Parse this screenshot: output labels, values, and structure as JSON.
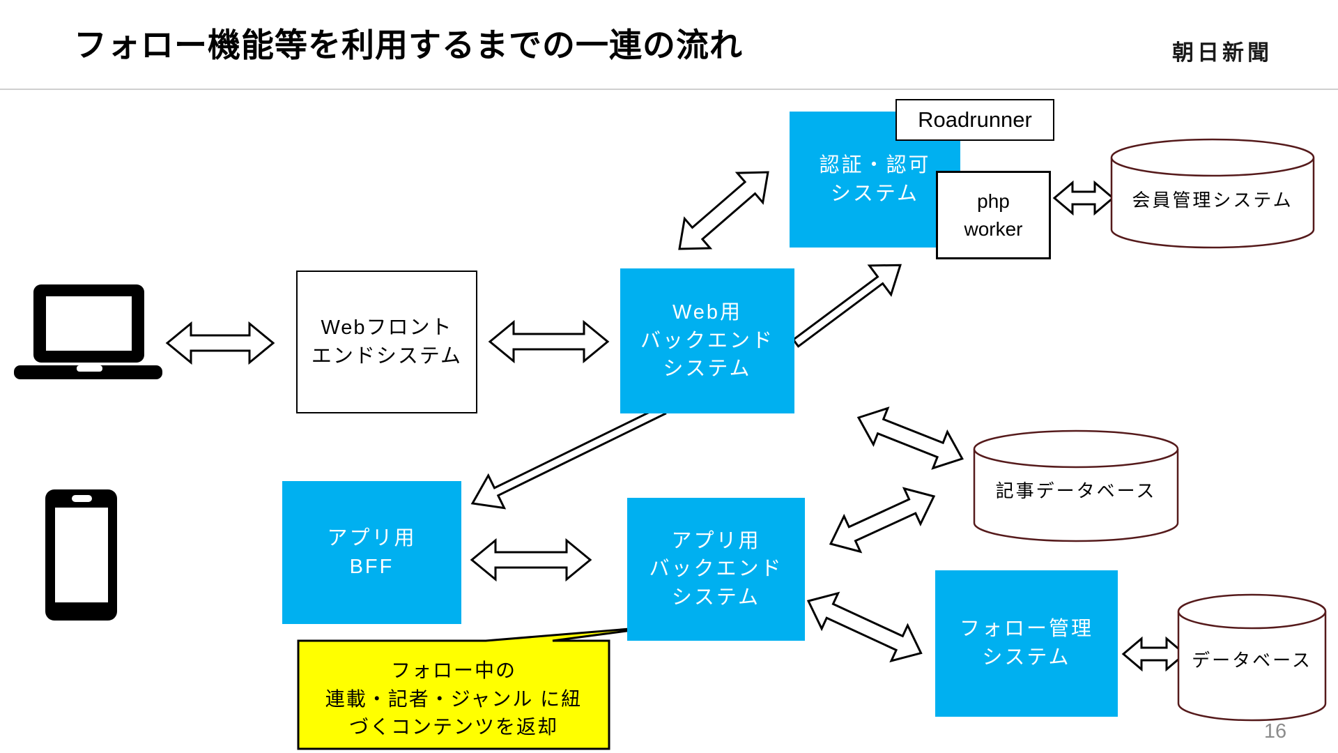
{
  "header": {
    "title": "フォロー機能等を利用するまでの一連の流れ",
    "brand": "朝日新聞"
  },
  "footer": {
    "page_number": "16"
  },
  "colors": {
    "accent_blue": "#00B0F0",
    "callout_yellow": "#FFFF00",
    "cylinder_stroke": "#551A1B",
    "divider_gray": "#cfcfcf",
    "page_number_gray": "#8C8C8C"
  },
  "diagram": {
    "web_frontend": {
      "label": "Webフロント\nエンドシステム"
    },
    "web_backend": {
      "label": "Web用\nバックエンド\nシステム"
    },
    "auth_system": {
      "label": "認証・認可\nシステム"
    },
    "roadrunner": {
      "label": "Roadrunner"
    },
    "php_worker": {
      "label": "php\nworker"
    },
    "member_db": {
      "label": "会員管理システム"
    },
    "app_bff": {
      "label": "アプリ用\nBFF"
    },
    "app_backend": {
      "label": "アプリ用\nバックエンド\nシステム"
    },
    "article_db": {
      "label": "記事データベース"
    },
    "follow_system": {
      "label": "フォロー管理\nシステム"
    },
    "follow_db": {
      "label": "データベース"
    },
    "callout": {
      "text": "フォロー中の\n連載・記者・ジャンル に紐\nづくコンテンツを返却"
    },
    "icons": {
      "laptop": "laptop-icon",
      "smartphone": "smartphone-icon"
    }
  }
}
